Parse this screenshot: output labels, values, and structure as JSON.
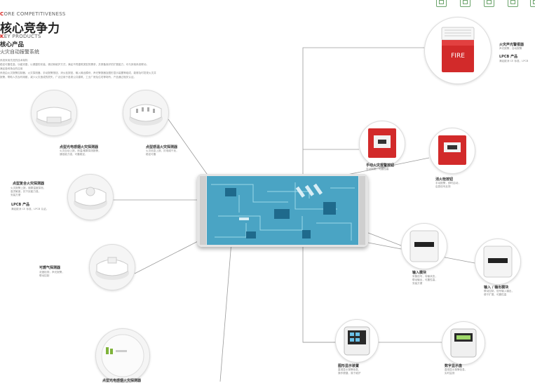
{
  "header": {
    "eyebrow_mark": "C",
    "eyebrow": "ORE COMPETITIVENESS",
    "title": "核心竞争力",
    "sub_eyebrow_mark": "K",
    "sub_eyebrow": "EY PRODUCTS",
    "products_title": "核心产品",
    "products_subtitle": "火灾自动报警系统",
    "paragraph_lines": [
      "系统采用先进的技术架构",
      "稳定可靠性高，功能完善，以便捷的安装、调试和维护方式，满足不同建筑类型的需求，并具备良好的扩展能力，可与其他系统联动，",
      "满足各种场合的应用",
      "系统由火灾报警控制器、火灾探测器、手动报警按钮、消火栓按钮、输入输出模块、声光警报器及图形显示装置等组成，能够及时发现火灾并",
      "报警，帮助人员及时疏散，减少火灾造成的损失，广泛应用于各类公共建筑、工业厂房及住宅等场所，产品通过相关认证。"
    ]
  },
  "products": [
    {
      "name": "点型光电感烟火灾探测器",
      "desc": [
        "火灾自动上报，测温/烟雾探测报警，",
        "通信能力强，可靠稳定，"
      ]
    },
    {
      "name": "点型感温火灾探测器",
      "desc": [
        "火灾信息上报，抗电磁干扰，",
        "稳定可靠"
      ]
    },
    {
      "name": "点型复合火灾探测器",
      "desc": [
        "火灾报警上报，烟雾温度探测，",
        "高灵敏度，抗干扰能力强，",
        "安装方便"
      ]
    },
    {
      "name": "LPCB 产品",
      "desc": [
        "满足欧洲 CE 标准、LPCB 认证。"
      ]
    },
    {
      "name": "可燃气探测器",
      "desc": [
        "浓度检测，声光报警，",
        "联动控制"
      ]
    },
    {
      "name": "点型光电感烟火灾探测器",
      "desc": []
    },
    {
      "name": "火灾声光警报器",
      "desc": [
        "声光报警，自动报警"
      ]
    },
    {
      "name": "LPCB 产品",
      "desc": [
        "满足欧洲 CE 标准，LPCB"
      ]
    },
    {
      "name": "手动火灾报警按钮",
      "desc": [
        "自动报警，可靠性高"
      ]
    },
    {
      "name": "消火栓按钮",
      "desc": [
        "手动报警，即时启动，",
        "启泵信号反馈"
      ]
    },
    {
      "name": "输入模块",
      "desc": [
        "采集信号，传输状态，",
        "联动输出，可靠性高，",
        "安装方便"
      ]
    },
    {
      "name": "输入 / 输出模块",
      "desc": [
        "联动控制，信号输入输出，",
        "便于扩展，可靠性高"
      ]
    },
    {
      "name": "图形显示装置",
      "desc": [
        "直观显示报警信息，",
        "操作便捷，易于维护"
      ]
    },
    {
      "name": "数字显示盘",
      "desc": [
        "直观显示报警信息，",
        "实时监测"
      ]
    }
  ],
  "device": {
    "fire_text": "FIRE",
    "brand_text": "",
    "screen_text": "",
    "label_a": "",
    "label_b": ""
  }
}
